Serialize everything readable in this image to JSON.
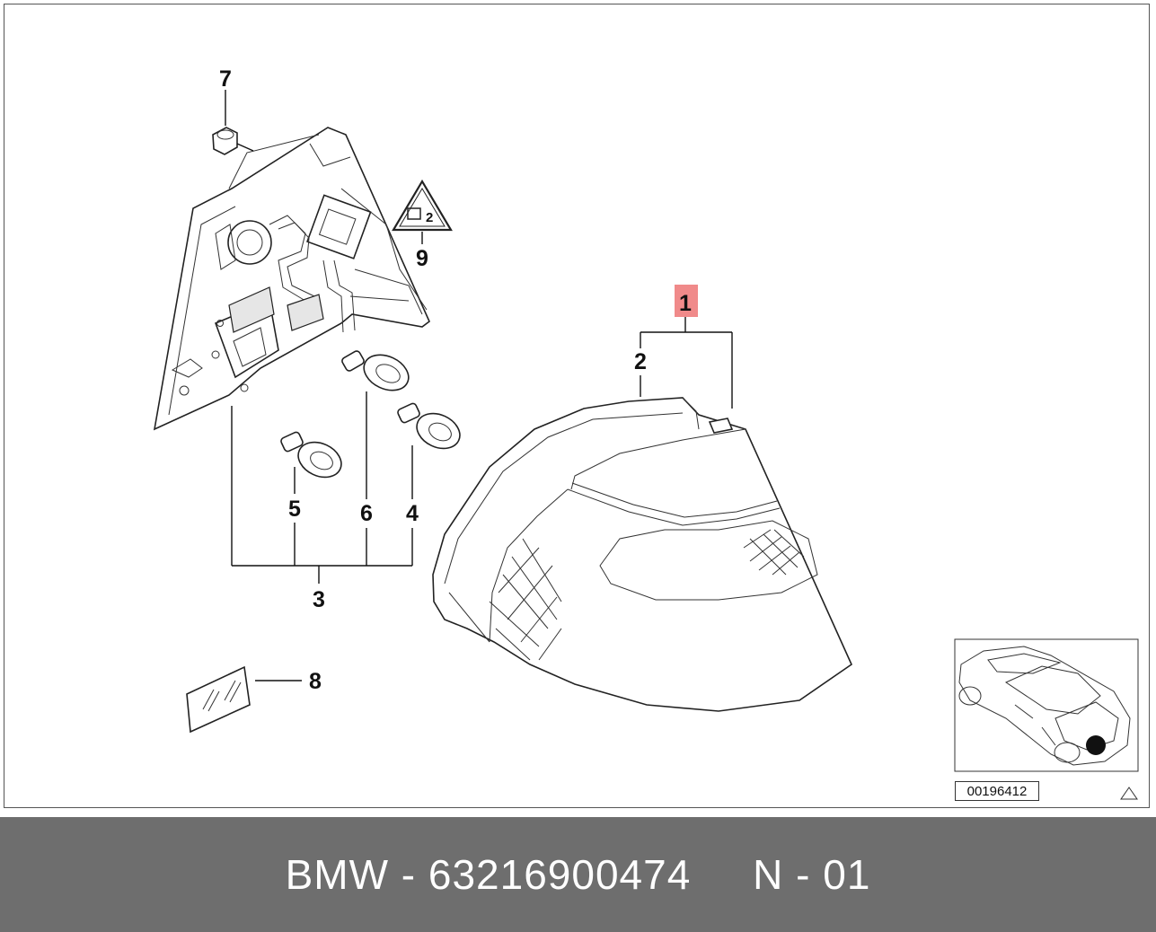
{
  "callouts": {
    "c1": "1",
    "c2": "2",
    "c3": "3",
    "c4": "4",
    "c5": "5",
    "c6": "6",
    "c7": "7",
    "c8": "8",
    "c9": "9"
  },
  "warning_badge_text": "2",
  "highlight_color": "#f08a8a",
  "reference_code": "00196412",
  "footer": {
    "text": "BMW - 63216900474     N - 01",
    "background": "#6e6e6e"
  },
  "icons": [
    "warning-triangle-icon",
    "small-triangle-icon",
    "car-location-icon"
  ]
}
